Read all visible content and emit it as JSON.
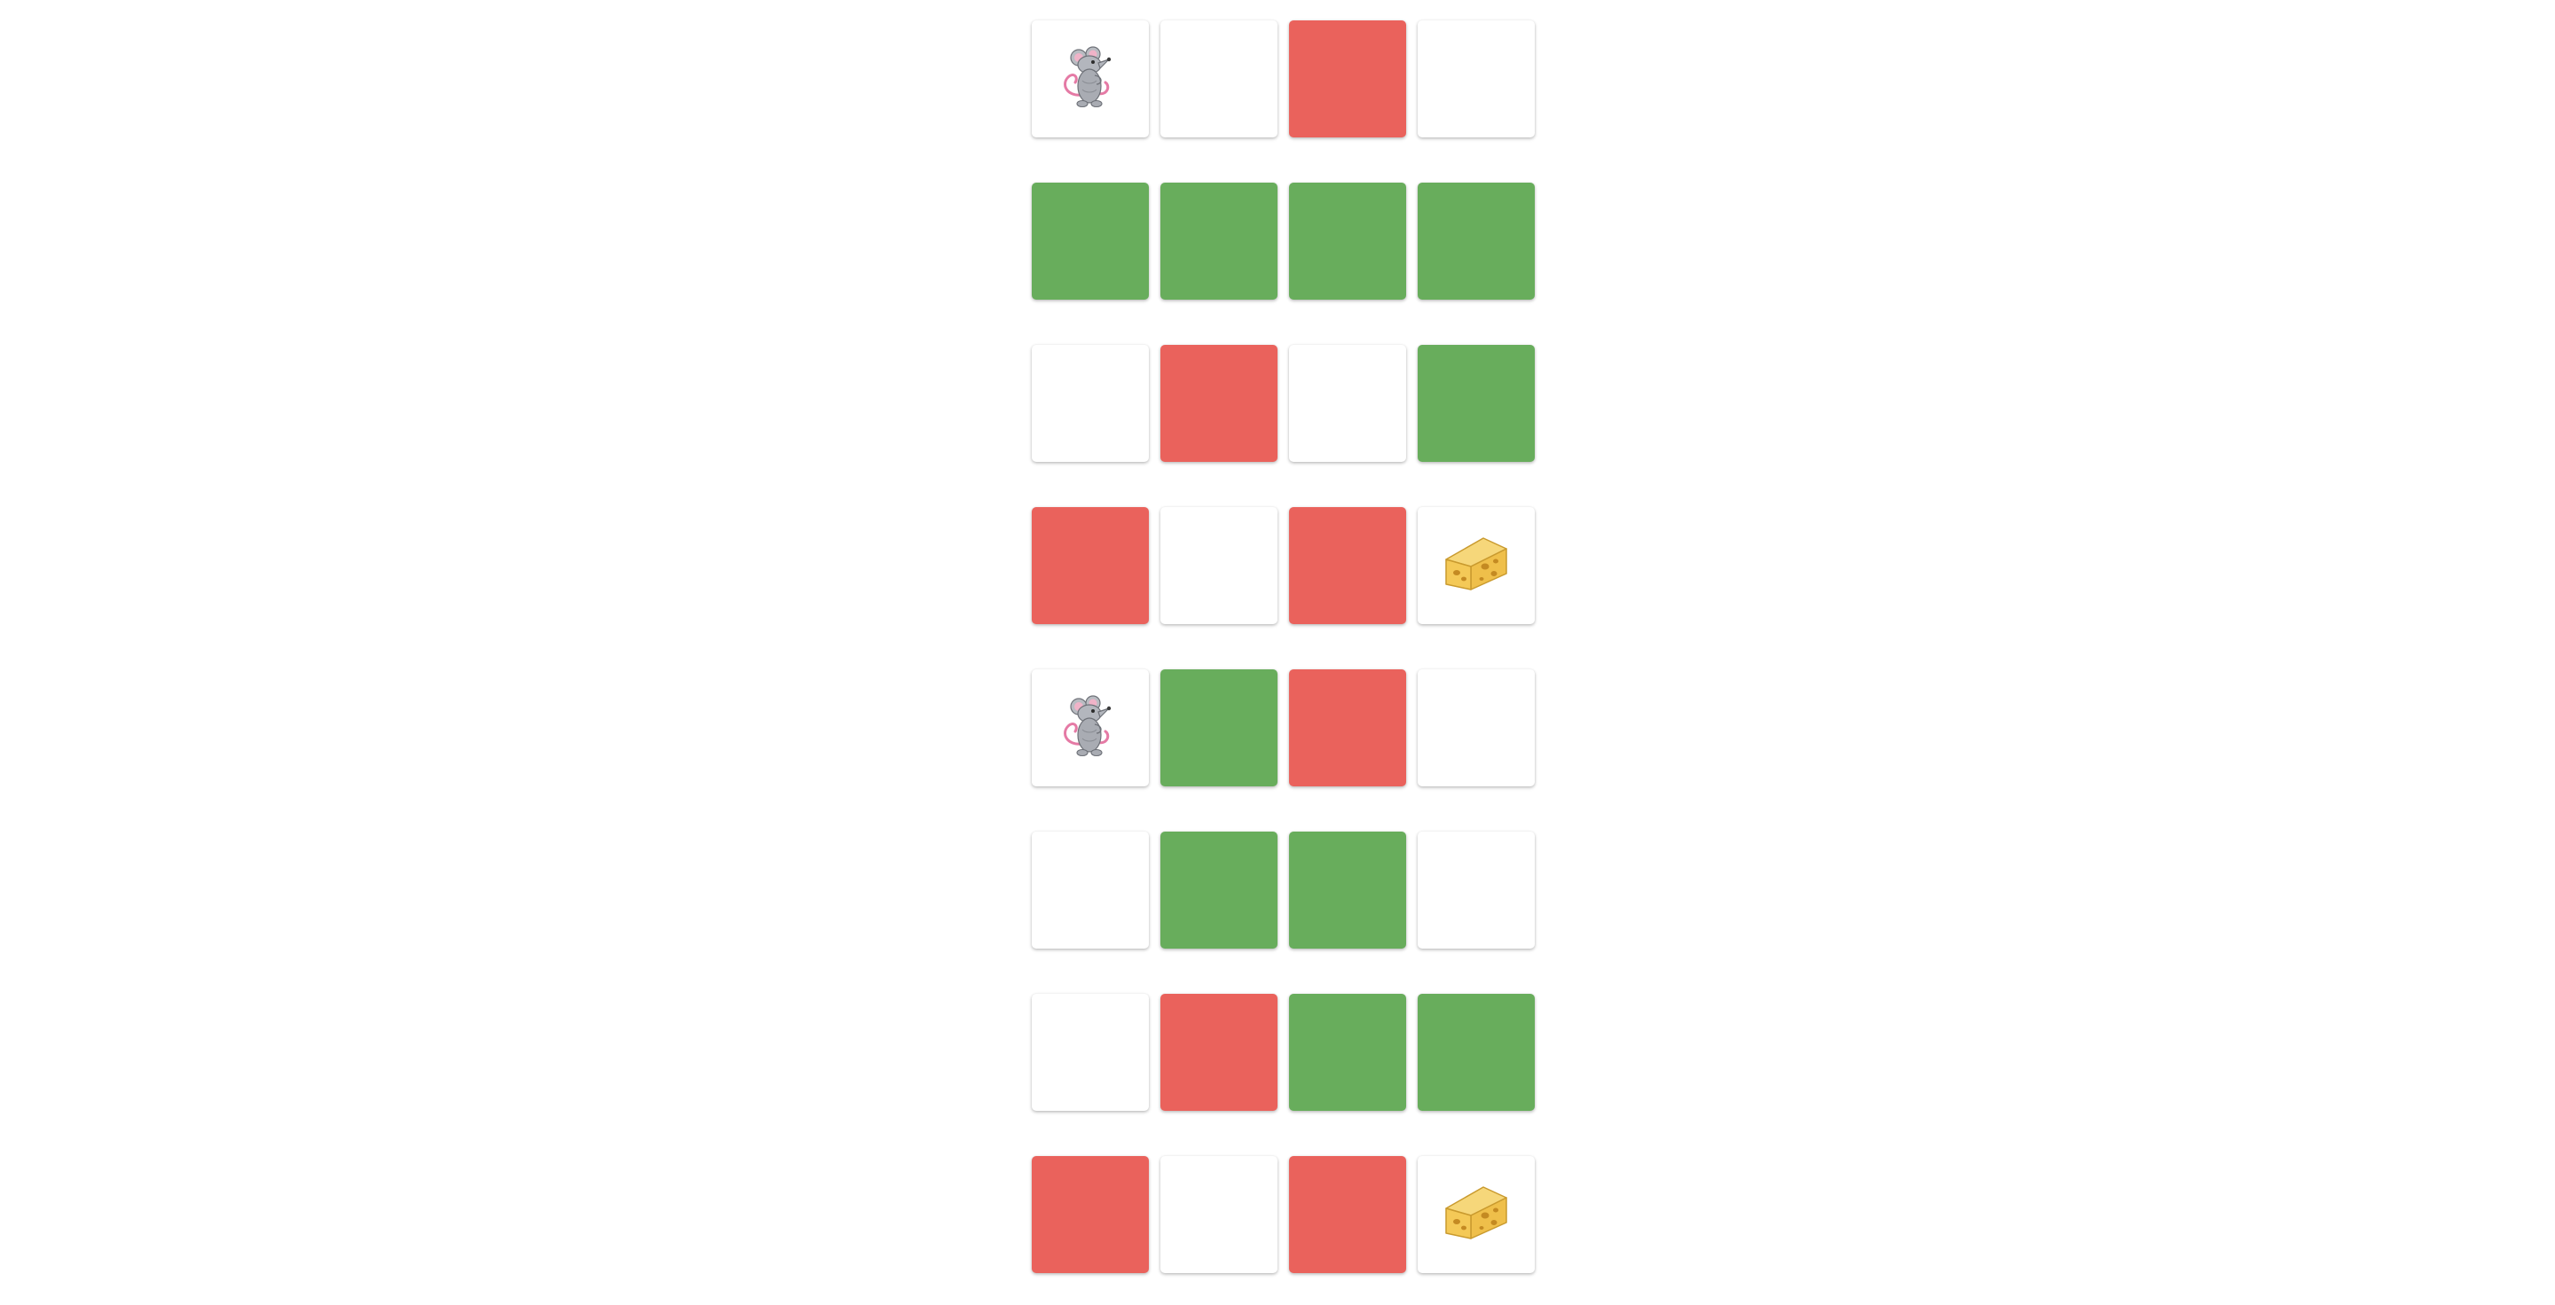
{
  "colors": {
    "empty": "#ffffff",
    "red": "#ea625c",
    "green": "#68ad5c"
  },
  "board": {
    "rows": [
      [
        "mouse",
        "empty",
        "red",
        "empty"
      ],
      [
        "green",
        "green",
        "green",
        "green"
      ],
      [
        "empty",
        "red",
        "empty",
        "green"
      ],
      [
        "red",
        "empty",
        "red",
        "cheese"
      ],
      [
        "mouse",
        "green",
        "red",
        "empty"
      ],
      [
        "empty",
        "green",
        "green",
        "empty"
      ],
      [
        "empty",
        "red",
        "green",
        "green"
      ],
      [
        "red",
        "empty",
        "red",
        "cheese"
      ]
    ]
  }
}
